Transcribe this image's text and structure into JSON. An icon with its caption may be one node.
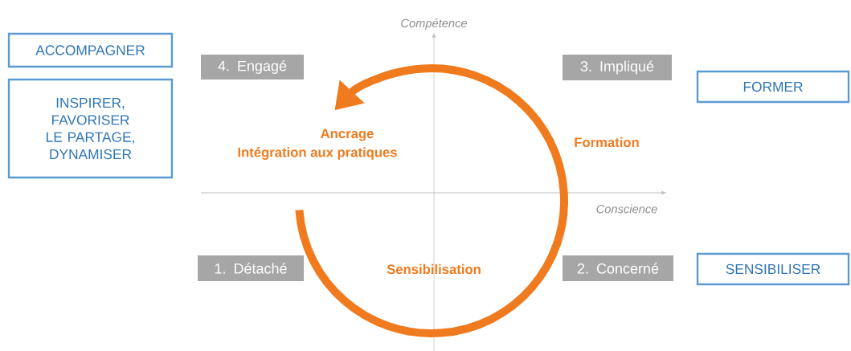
{
  "diagram": {
    "nodes": [
      {
        "text": [
          "ACCOMPAGNER"
        ]
      },
      {
        "text": [
          "4. Engagé"
        ]
      },
      {
        "text": [
          "3. Impliqué"
        ]
      },
      {
        "text": [
          "FORMER"
        ]
      },
      {
        "text": [
          "INSPIRER, FAVORISER LE PARTAGE, DYNAMISER"
        ]
      },
      {
        "text": [
          "1. Détaché"
        ]
      },
      {
        "text": [
          "2. Concerné"
        ]
      },
      {
        "text": [
          "SENSIBILISER"
        ]
      }
    ],
    "labels": [
      "Compétence",
      "Ancrage",
      "Intégration aux pratiques",
      "Formation",
      "Conscience",
      "Sensibilisation"
    ]
  }
}
